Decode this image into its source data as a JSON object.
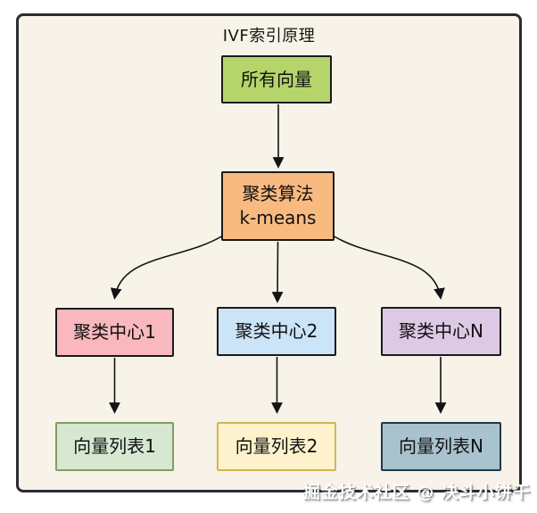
{
  "page": {
    "background": "#ffffff",
    "canvas_fill": "#f7f3e8",
    "canvas_border_color": "#2b2b33",
    "edge_color": "#141414"
  },
  "diagram": {
    "title": "IVF索引原理",
    "watermark": "掘金技术社区 @ 决斗小饼干",
    "nodes": [
      {
        "id": "all-vectors",
        "label": "所有向量",
        "fill": "#b5d56b",
        "border": "#1a1a1a",
        "text_color": "#111111"
      },
      {
        "id": "kmeans",
        "label": "聚类算法\nk-means",
        "fill": "#f8ba80",
        "border": "#1a1a1a",
        "text_color": "#111111"
      },
      {
        "id": "center-1",
        "label": "聚类中心1",
        "fill": "#f9b8bd",
        "border": "#1a1a1a",
        "text_color": "#111111"
      },
      {
        "id": "center-2",
        "label": "聚类中心2",
        "fill": "#cce4f8",
        "border": "#1a1a1a",
        "text_color": "#111111"
      },
      {
        "id": "center-n",
        "label": "聚类中心N",
        "fill": "#dec9e5",
        "border": "#1a1a1a",
        "text_color": "#111111"
      },
      {
        "id": "list-1",
        "label": "向量列表1",
        "fill": "#d6e8d2",
        "border": "#7f9e60",
        "text_color": "#111111"
      },
      {
        "id": "list-2",
        "label": "向量列表2",
        "fill": "#fdf2cc",
        "border": "#d2b456",
        "text_color": "#111111"
      },
      {
        "id": "list-n",
        "label": "向量列表N",
        "fill": "#a8c2ce",
        "border": "#21394a",
        "text_color": "#111111"
      }
    ],
    "edges": [
      {
        "from": "all-vectors",
        "to": "kmeans"
      },
      {
        "from": "kmeans",
        "to": "center-1"
      },
      {
        "from": "kmeans",
        "to": "center-2"
      },
      {
        "from": "kmeans",
        "to": "center-n"
      },
      {
        "from": "center-1",
        "to": "list-1"
      },
      {
        "from": "center-2",
        "to": "list-2"
      },
      {
        "from": "center-n",
        "to": "list-n"
      }
    ]
  }
}
